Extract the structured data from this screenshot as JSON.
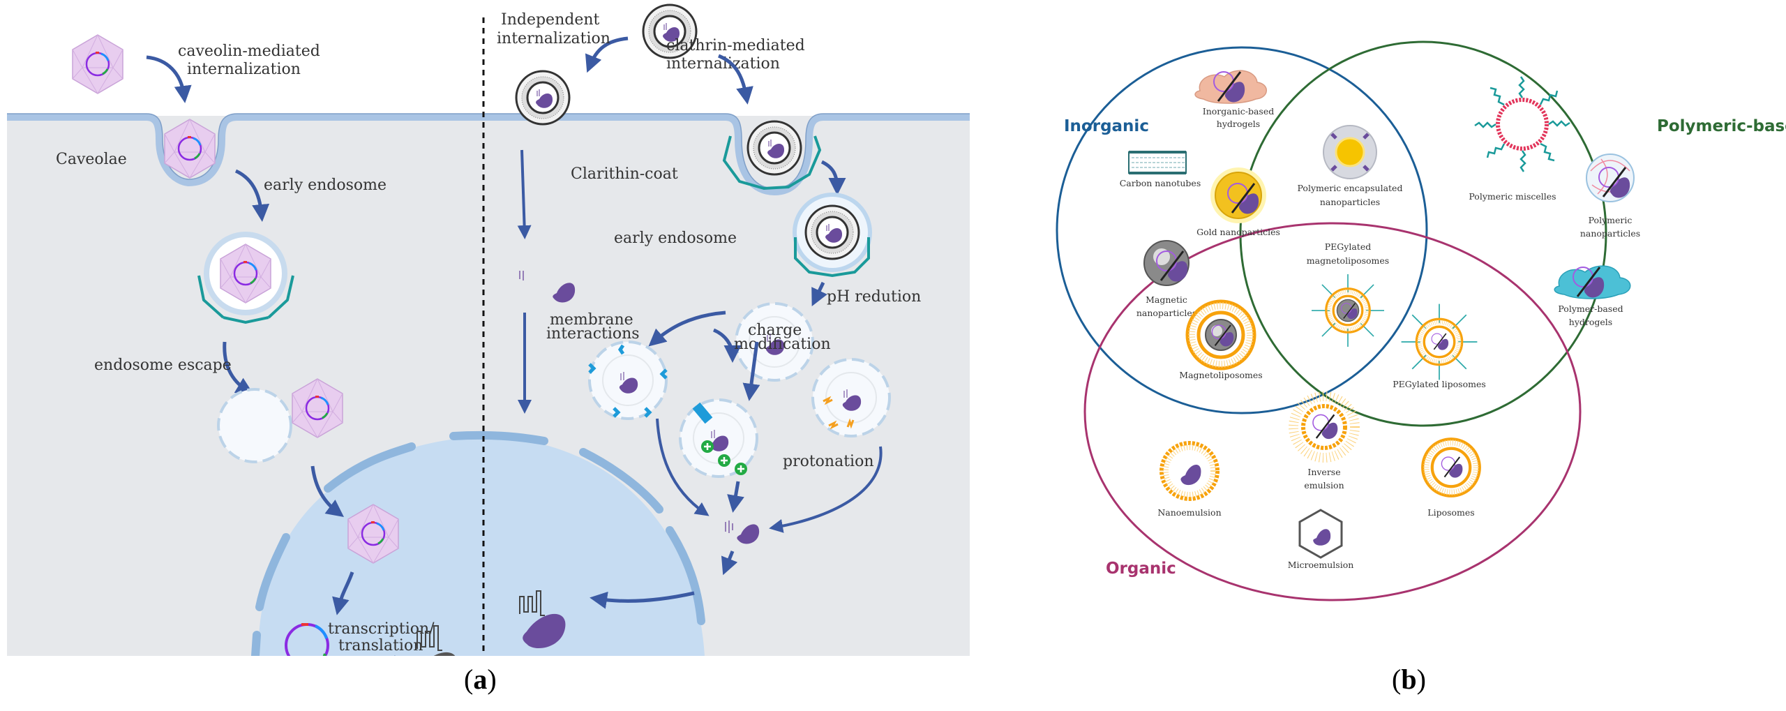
{
  "figure": {
    "panel_a": {
      "caption_letter": "a",
      "colors": {
        "cytoplasm": "#e6e8eb",
        "membrane": "#a9c4e4",
        "nucleus": "#c6dcf2",
        "nucleus_envelope": "#8fb6dd",
        "arrow": "#3b5aa3",
        "capsid": "#e3c6ec",
        "clathrin": "#1a9a9a",
        "protein": "#6a4c9c",
        "protein_host": "#555555"
      },
      "left": {
        "labels": {
          "caveolin": [
            "caveolin-mediated",
            "internalization"
          ],
          "caveolae": "Caveolae",
          "early_endosome": "early endosome",
          "endosome_escape": "endosome escape",
          "transcription": [
            "transcription/",
            "translation"
          ]
        }
      },
      "right": {
        "labels": {
          "independent": [
            "Independent",
            "internalization"
          ],
          "clathrin": [
            "clathrin-mediated",
            "internalization"
          ],
          "clathrin_coat": "Clarithin-coat",
          "early_endosome": "early endosome",
          "ph_reduction": "pH redution",
          "membrane_interactions": [
            "membrane",
            "interactions"
          ],
          "charge_modification": [
            "charge",
            "modification"
          ],
          "protonation": "protonation"
        }
      }
    },
    "panel_b": {
      "caption_letter": "b",
      "sets": [
        {
          "name": "Inorganic",
          "color": "#1b5e96"
        },
        {
          "name": "Polymeric-based",
          "color": "#2e6b34"
        },
        {
          "name": "Organic",
          "color": "#a8336e"
        }
      ],
      "items": {
        "inorganic_hydrogels": [
          "Inorganic-based",
          "hydrogels"
        ],
        "carbon_nanotubes": "Carbon nanotubes",
        "gold_nanoparticles": "Gold nanoparticles",
        "magnetic_nanoparticles": [
          "Magnetic",
          "nanoparticles"
        ],
        "polymeric_encapsulated": [
          "Polymeric encapsulated",
          "nanoparticles"
        ],
        "polymeric_miscelles": "Polymeric miscelles",
        "polymeric_nanoparticles": [
          "Polymeric",
          "nanoparticles"
        ],
        "polymer_hydrogels": [
          "Polymer-based",
          "hydrogels"
        ],
        "pegylated_magnetoliposomes": [
          "PEGylated",
          "magnetoliposomes"
        ],
        "magnetoliposomes": "Magnetoliposomes",
        "pegylated_liposomes": "PEGylated liposomes",
        "inverse_emulsion": [
          "Inverse",
          "emulsion"
        ],
        "nanoemulsion": "Nanoemulsion",
        "liposomes": "Liposomes",
        "microemulsion": "Microemulsion"
      }
    }
  }
}
